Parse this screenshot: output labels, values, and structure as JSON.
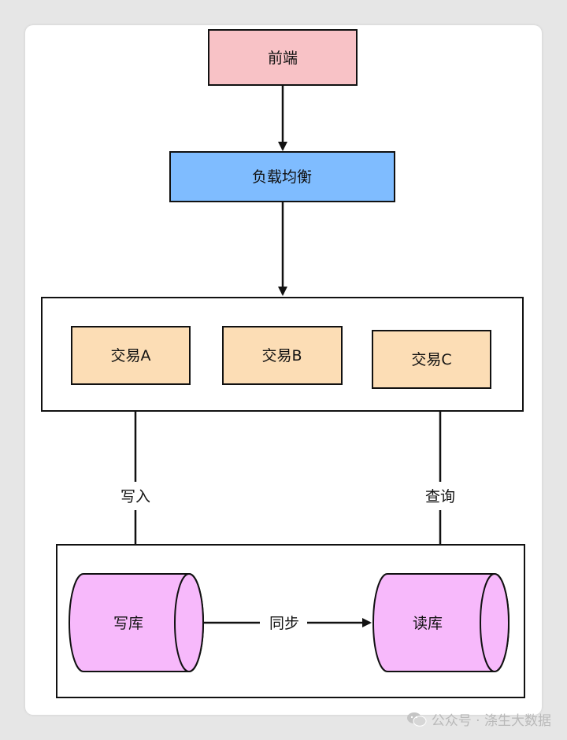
{
  "nodes": {
    "frontend": "前端",
    "load_balancer": "负载均衡",
    "service_a": "交易A",
    "service_b": "交易B",
    "service_c": "交易C",
    "write_db": "写库",
    "read_db": "读库"
  },
  "edges": {
    "write": "写入",
    "query": "查询",
    "sync": "同步"
  },
  "colors": {
    "frontend": "#f8c2c6",
    "load_balancer": "#7fbcff",
    "service": "#fcddb5",
    "database": "#f7b9fb"
  },
  "watermark": {
    "icon": "wechat-icon",
    "text": "公众号 · 涤生大数据"
  }
}
